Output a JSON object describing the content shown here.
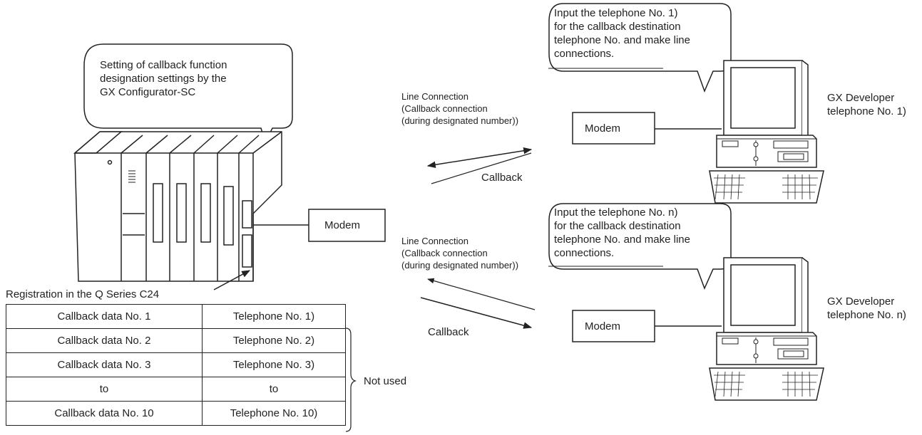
{
  "callout_top_left": {
    "lines": [
      "Setting of callback function",
      "designation settings by the",
      "GX Configurator-SC"
    ]
  },
  "plc_modem_label": "Modem",
  "registration_title": "Registration in the Q Series C24",
  "registration_table": {
    "rows": [
      {
        "data": "Callback data No. 1",
        "phone": "Telephone No. 1)"
      },
      {
        "data": "Callback data No. 2",
        "phone": "Telephone No. 2)"
      },
      {
        "data": "Callback data No. 3",
        "phone": "Telephone No. 3)"
      },
      {
        "data": "to",
        "phone": "to"
      },
      {
        "data": "Callback data No. 10",
        "phone": "Telephone No. 10)"
      }
    ]
  },
  "not_used_label": "Not used",
  "link_1": {
    "line_connection": [
      "Line Connection",
      "(Callback connection",
      "(during designated number))"
    ],
    "callback_label": "Callback",
    "callout": [
      "Input the telephone No. 1)",
      "for the callback destination",
      "telephone No. and make line",
      "connections."
    ],
    "modem_label": "Modem",
    "pc_label": [
      "GX Developer",
      "telephone No. 1)"
    ]
  },
  "link_2": {
    "line_connection": [
      "Line Connection",
      "(Callback connection",
      "(during designated number))"
    ],
    "callback_label": "Callback",
    "callout": [
      "Input the telephone No. n)",
      "for the callback destination",
      "telephone No. and make line",
      "connections."
    ],
    "modem_label": "Modem",
    "pc_label": [
      "GX Developer",
      "telephone No. n)"
    ]
  }
}
